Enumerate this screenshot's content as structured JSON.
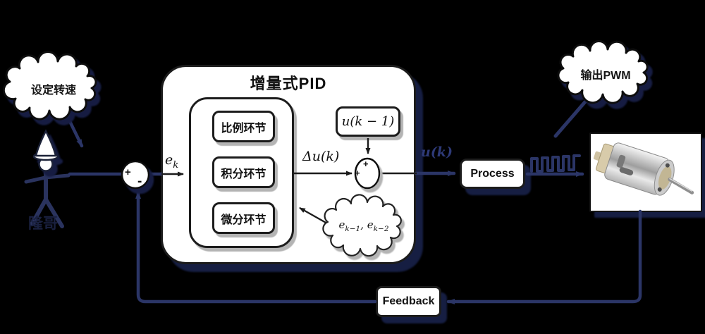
{
  "setpoint_cloud": {
    "label": "设定转速"
  },
  "pwm_cloud": {
    "label": "输出PWM"
  },
  "operator": {
    "signature": "隆哥"
  },
  "summer_input": {
    "plus": "+",
    "minus": "-"
  },
  "error_label": {
    "base": "e",
    "sub": "k"
  },
  "pid_box": {
    "title": "增量式PID",
    "blocks": [
      {
        "label": "比例环节"
      },
      {
        "label": "积分环节"
      },
      {
        "label": "微分环节"
      }
    ],
    "prev_output": "u(k − 1)",
    "delta_output": "Δu(k)",
    "summer_plus_top": "+",
    "summer_plus_left": "+",
    "error_history": {
      "e1_base": "e",
      "e1_sub": "k−1",
      "sep": ", ",
      "e2_base": "e",
      "e2_sub": "k−2"
    }
  },
  "control_label": "u(k)",
  "process_box": {
    "label": "Process"
  },
  "feedback_box": {
    "label": "Feedback"
  },
  "colors": {
    "background": "#000000",
    "line": "#2b3566",
    "shadow": "#161e42"
  }
}
